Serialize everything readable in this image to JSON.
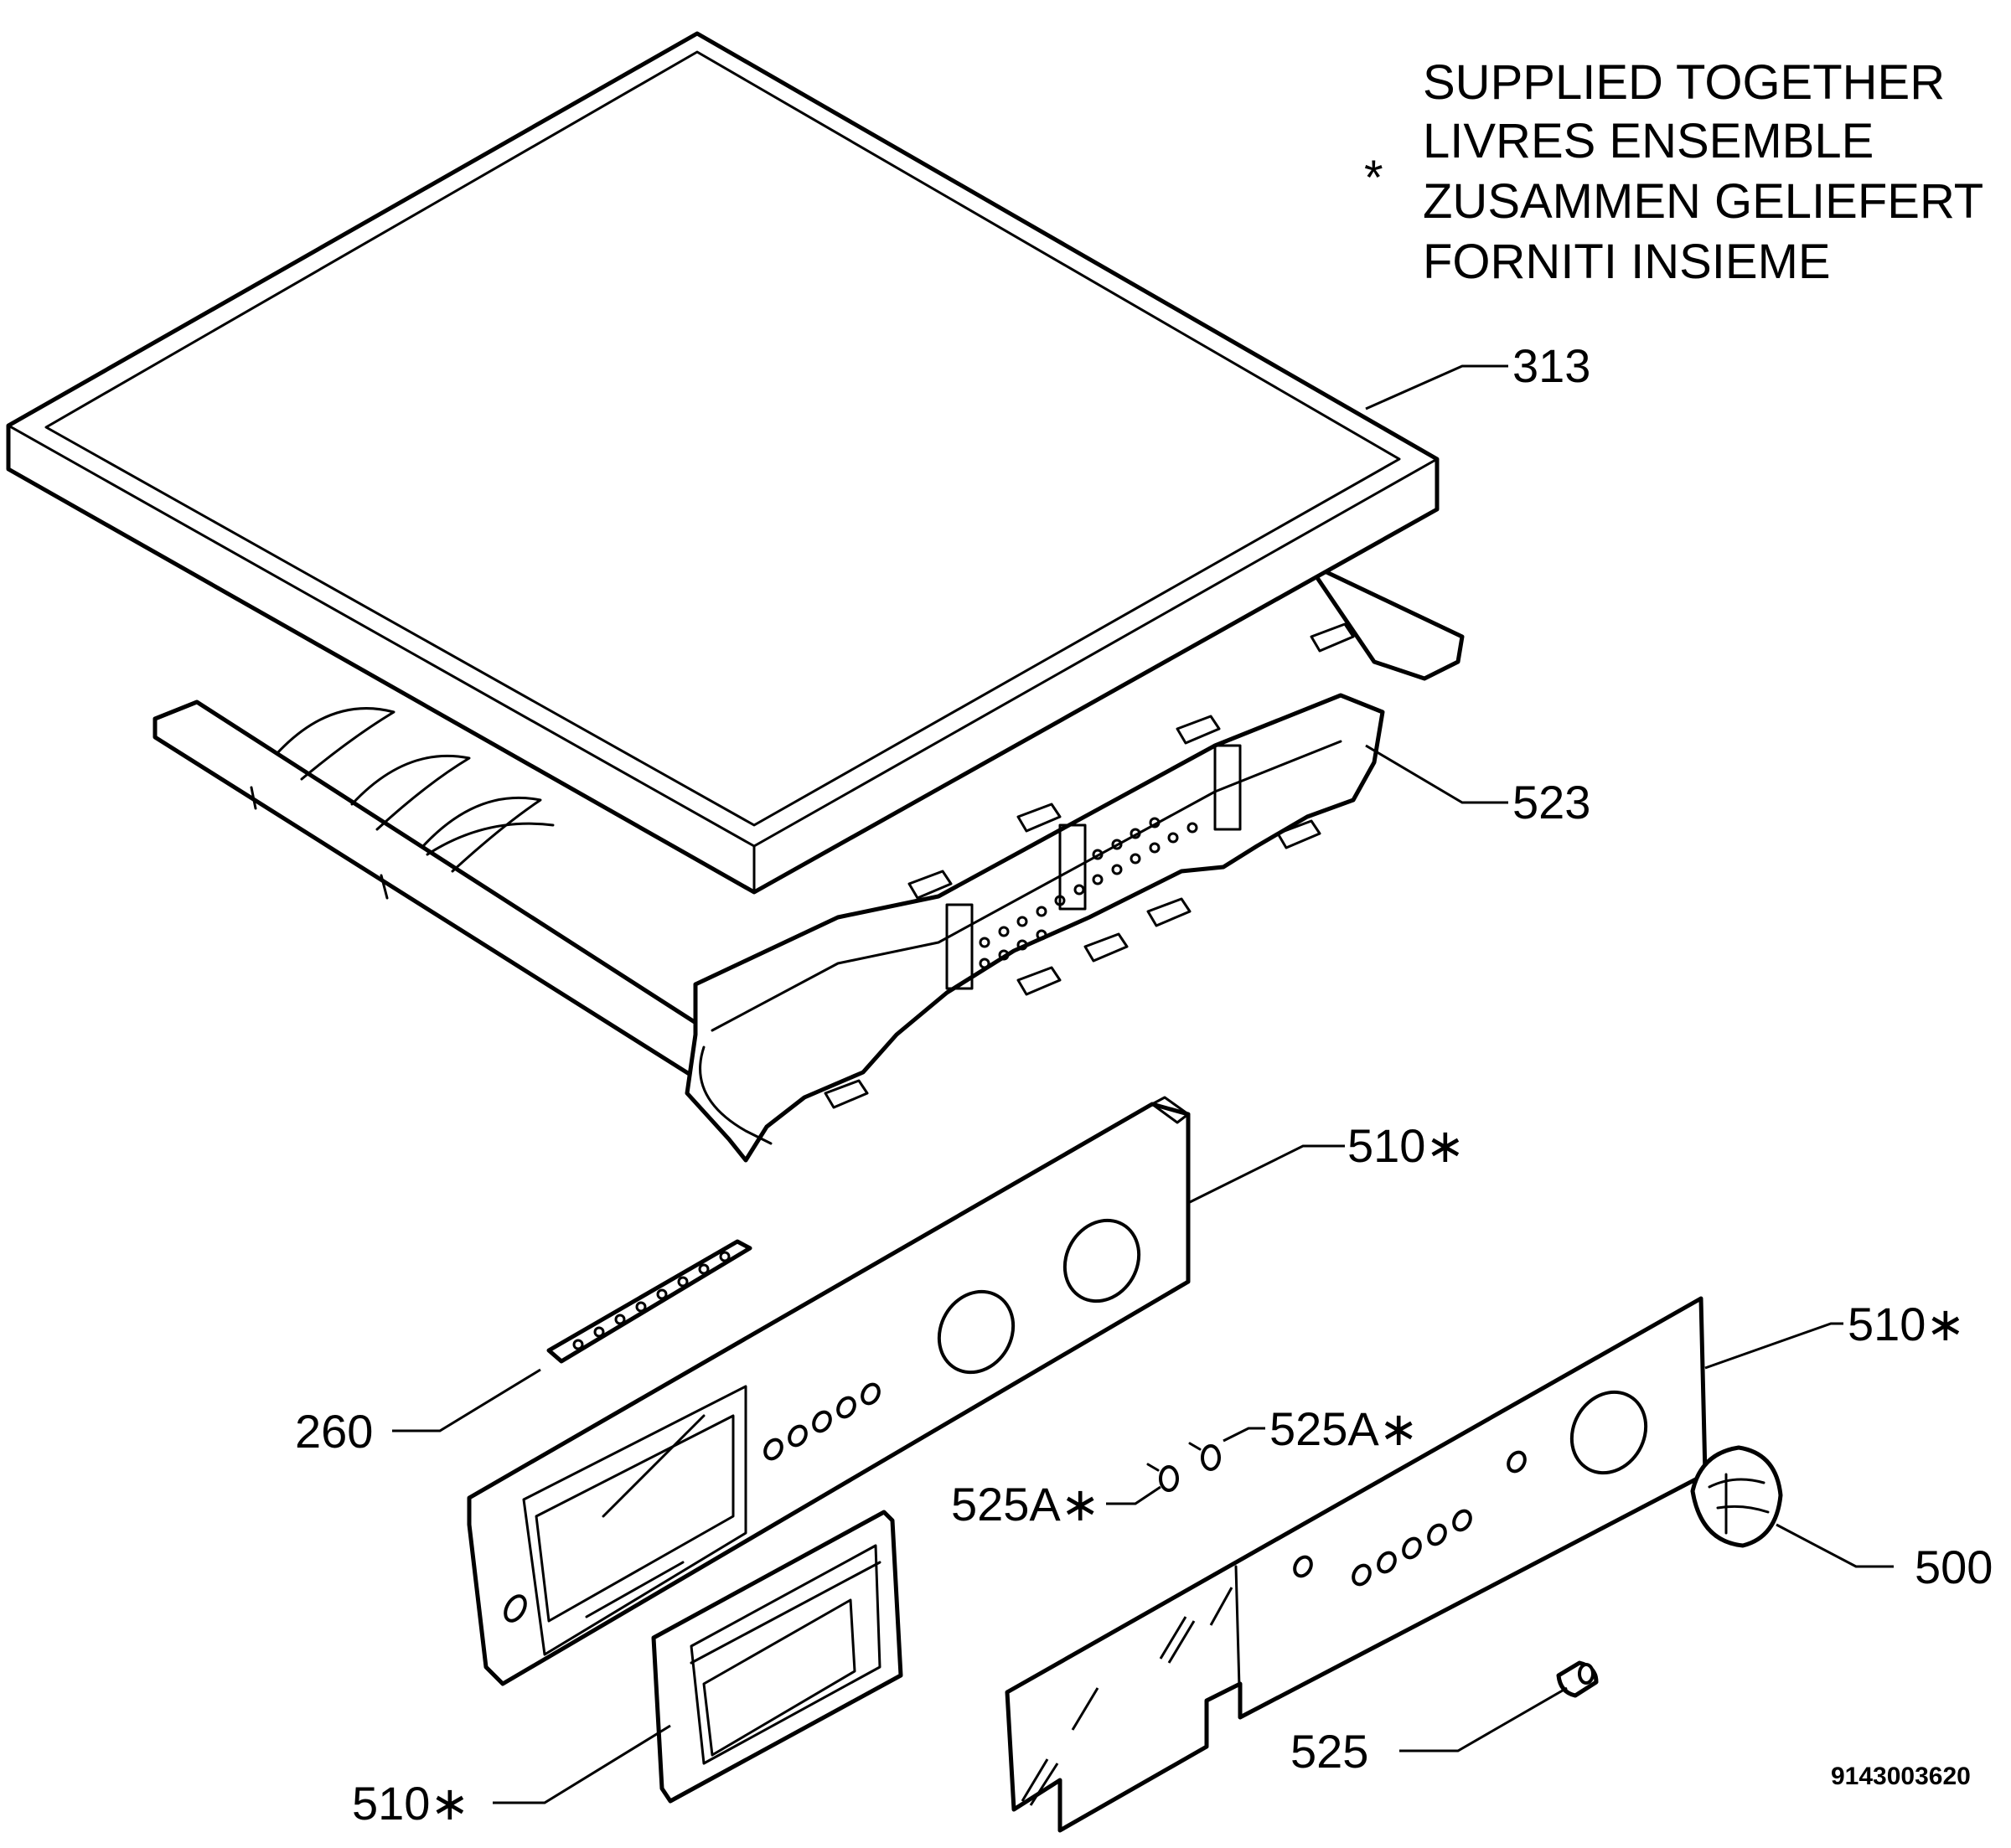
{
  "legend": {
    "marker": "*",
    "lines": [
      "SUPPLIED TOGETHER",
      "LIVRES ENSEMBLE",
      "ZUSAMMEN GELIEFERT",
      "FORNITI INSIEME"
    ]
  },
  "callouts": {
    "top_cover": "313",
    "top_frame": "523",
    "front_panel": "510∗",
    "control_panel": "510∗",
    "dispenser_handle": "510∗",
    "light_strip": "260",
    "indicator_upper": "525A∗",
    "indicator_lower": "525A∗",
    "knob": "500",
    "button": "525"
  },
  "drawing_number": "9143003620"
}
